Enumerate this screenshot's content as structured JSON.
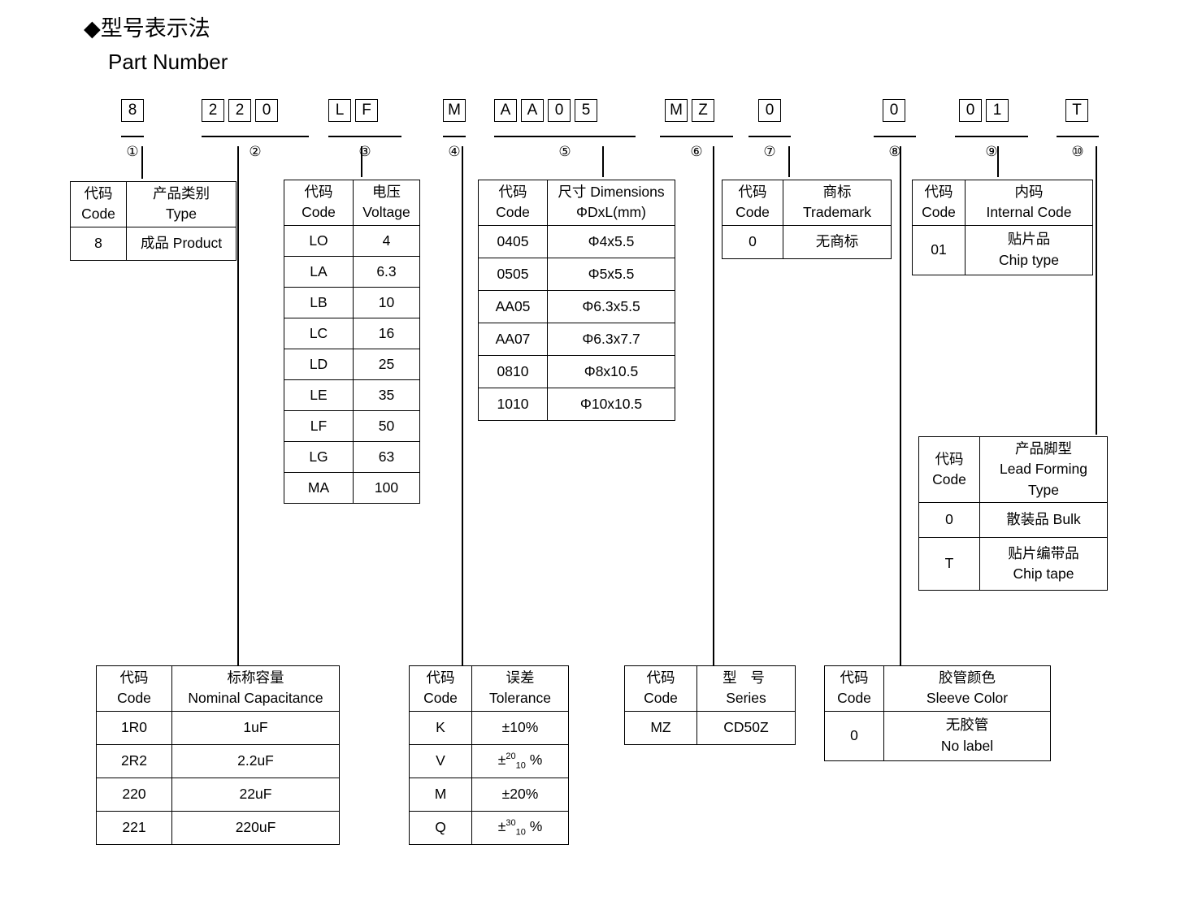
{
  "heading": {
    "bullet": "diamond-bullet",
    "title_cn": "◆型号表示法",
    "title_en": "Part Number"
  },
  "part_number": {
    "groups": [
      {
        "index": "①",
        "chars": [
          "8"
        ]
      },
      {
        "index": "②",
        "chars": [
          "2",
          "2",
          "0"
        ]
      },
      {
        "index": "③",
        "chars": [
          "L",
          "F"
        ]
      },
      {
        "index": "④",
        "chars": [
          "M"
        ]
      },
      {
        "index": "⑤",
        "chars": [
          "A",
          "A",
          "0",
          "5"
        ]
      },
      {
        "index": "⑥",
        "chars": [
          "M",
          "Z"
        ]
      },
      {
        "index": "⑦",
        "chars": [
          "0"
        ]
      },
      {
        "index": "⑧",
        "chars": [
          "0"
        ]
      },
      {
        "index": "⑨",
        "chars": [
          "0",
          "1"
        ]
      },
      {
        "index": "⑩",
        "chars": [
          "T"
        ]
      }
    ]
  },
  "common": {
    "code_cn": "代码",
    "code_en": "Code"
  },
  "tables": {
    "type": {
      "ref": "①",
      "header_cn": "产品类别",
      "header_en": "Type",
      "rows": [
        {
          "code": "8",
          "value": "成品 Product"
        }
      ]
    },
    "voltage": {
      "ref": "③",
      "header_cn": "电压",
      "header_en": "Voltage",
      "rows": [
        {
          "code": "LO",
          "value": "4"
        },
        {
          "code": "LA",
          "value": "6.3"
        },
        {
          "code": "LB",
          "value": "10"
        },
        {
          "code": "LC",
          "value": "16"
        },
        {
          "code": "LD",
          "value": "25"
        },
        {
          "code": "LE",
          "value": "35"
        },
        {
          "code": "LF",
          "value": "50"
        },
        {
          "code": "LG",
          "value": "63"
        },
        {
          "code": "MA",
          "value": "100"
        }
      ]
    },
    "dimensions": {
      "ref": "⑤",
      "header_cn": "尺寸 Dimensions",
      "header_en": "ΦDxL(mm)",
      "rows": [
        {
          "code": "0405",
          "value": "Φ4x5.5"
        },
        {
          "code": "0505",
          "value": "Φ5x5.5"
        },
        {
          "code": "AA05",
          "value": "Φ6.3x5.5"
        },
        {
          "code": "AA07",
          "value": "Φ6.3x7.7"
        },
        {
          "code": "0810",
          "value": "Φ8x10.5"
        },
        {
          "code": "1010",
          "value": "Φ10x10.5"
        }
      ]
    },
    "trademark": {
      "ref": "⑦",
      "header_cn": "商标",
      "header_en": "Trademark",
      "rows": [
        {
          "code": "0",
          "value": "无商标"
        }
      ]
    },
    "internal_code": {
      "ref": "⑨",
      "header_cn": "内码",
      "header_en": "Internal Code",
      "rows": [
        {
          "code": "01",
          "value_cn": "贴片品",
          "value_en": "Chip type"
        }
      ]
    },
    "lead_forming": {
      "ref": "⑩",
      "header_cn": "产品脚型",
      "header_en": "Lead Forming",
      "header_en2": "Type",
      "rows": [
        {
          "code": "0",
          "value_cn": "散装品 Bulk",
          "value_en": ""
        },
        {
          "code": "T",
          "value_cn": "贴片编带品",
          "value_en": "Chip tape"
        }
      ]
    },
    "capacitance": {
      "ref": "②",
      "header_cn": "标称容量",
      "header_en": "Nominal Capacitance",
      "rows": [
        {
          "code": "1R0",
          "value": "1uF"
        },
        {
          "code": "2R2",
          "value": "2.2uF"
        },
        {
          "code": "220",
          "value": "22uF"
        },
        {
          "code": "221",
          "value": "220uF"
        }
      ]
    },
    "tolerance": {
      "ref": "④",
      "header_cn": "误差",
      "header_en": "Tolerance",
      "rows": [
        {
          "code": "K",
          "value": "±10%",
          "sup": "",
          "sub": ""
        },
        {
          "code": "V",
          "value": "±  %",
          "sup": "20",
          "sub": "10"
        },
        {
          "code": "M",
          "value": "±20%",
          "sup": "",
          "sub": ""
        },
        {
          "code": "Q",
          "value": "±  %",
          "sup": "30",
          "sub": "10"
        }
      ]
    },
    "series": {
      "ref": "⑥",
      "header_cn": "型 号",
      "header_en": "Series",
      "rows": [
        {
          "code": "MZ",
          "value": "CD50Z"
        }
      ]
    },
    "sleeve_color": {
      "ref": "⑧",
      "header_cn": "胶管颜色",
      "header_en": "Sleeve Color",
      "rows": [
        {
          "code": "0",
          "value_cn": "无胶管",
          "value_en": "No label"
        }
      ]
    }
  }
}
